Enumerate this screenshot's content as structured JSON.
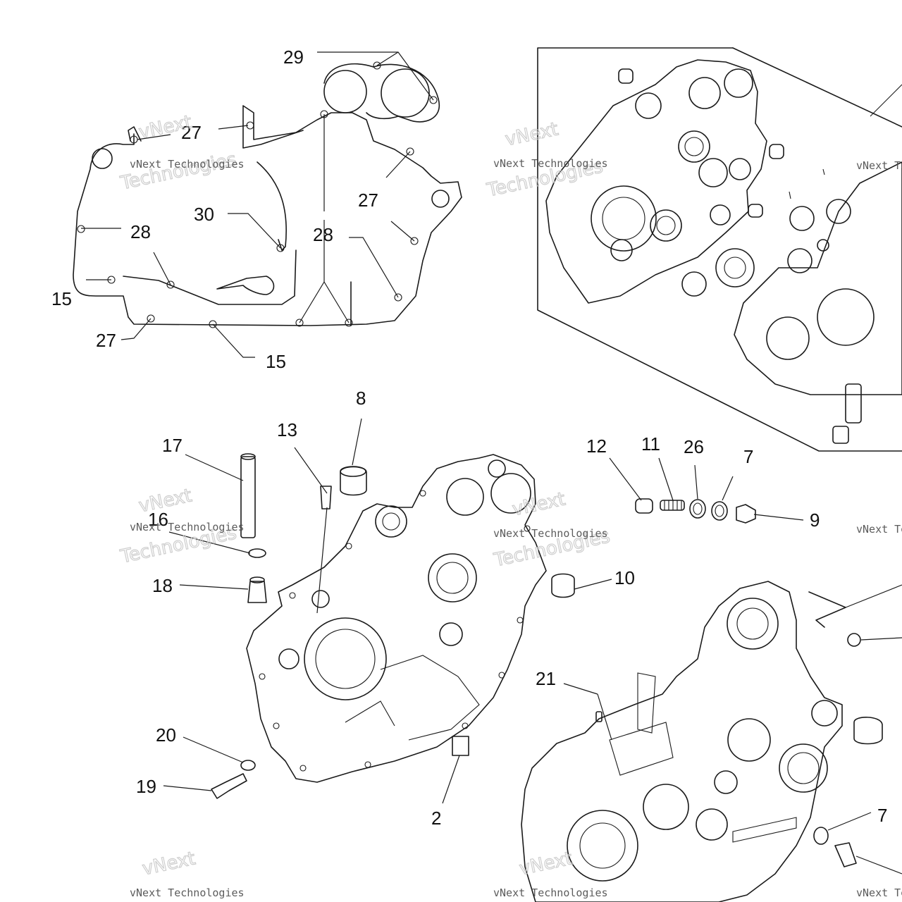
{
  "diagram": {
    "watermark_line1": "vNext Technologies",
    "watermark_line2": "Technologies",
    "watermark_line3": "vNext",
    "labels": {
      "l29": "29",
      "l27a": "27",
      "l27b": "27",
      "l27c": "27",
      "l30": "30",
      "l28a": "28",
      "l28b": "28",
      "l15a": "15",
      "l15b": "15",
      "l8": "8",
      "l13": "13",
      "l17": "17",
      "l16": "16",
      "l18": "18",
      "l12": "12",
      "l11": "11",
      "l26": "26",
      "l7a": "7",
      "l9": "9",
      "l10": "10",
      "l21": "21",
      "l20": "20",
      "l19": "19",
      "l2": "2",
      "l7b": "7"
    }
  }
}
